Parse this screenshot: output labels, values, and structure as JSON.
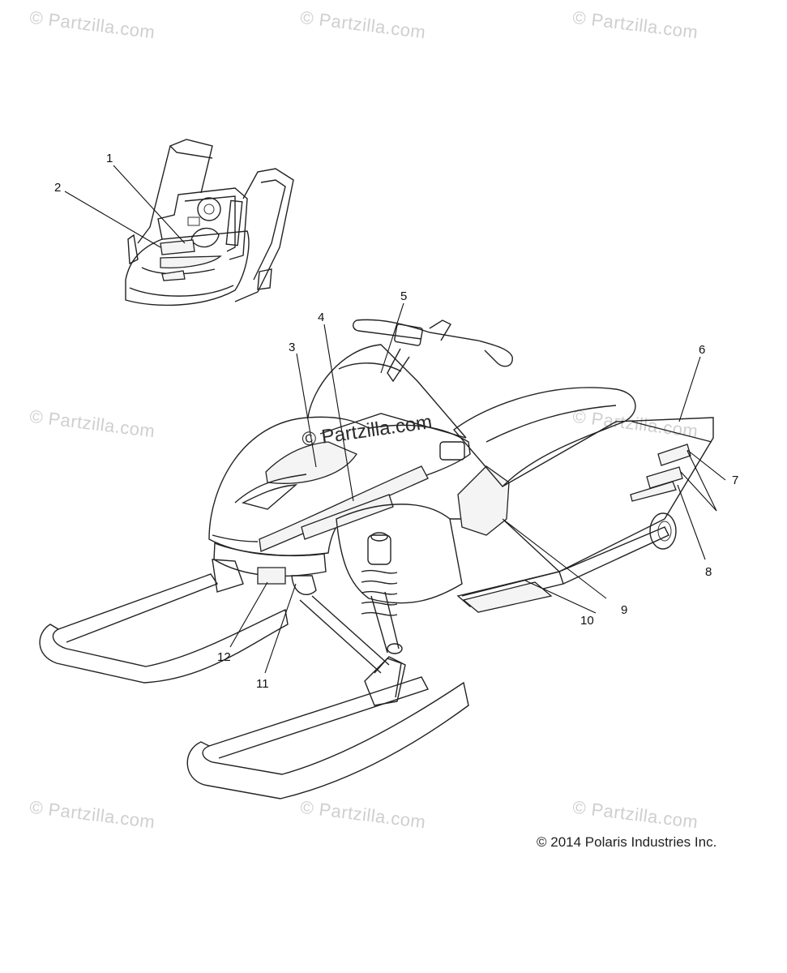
{
  "watermark": "© Partzilla.com",
  "center_watermark": "© Partzilla.com",
  "copyright": "© 2014 Polaris Industries Inc.",
  "callouts": [
    "1",
    "2",
    "3",
    "4",
    "5",
    "6",
    "7",
    "8",
    "9",
    "10",
    "11",
    "12"
  ]
}
